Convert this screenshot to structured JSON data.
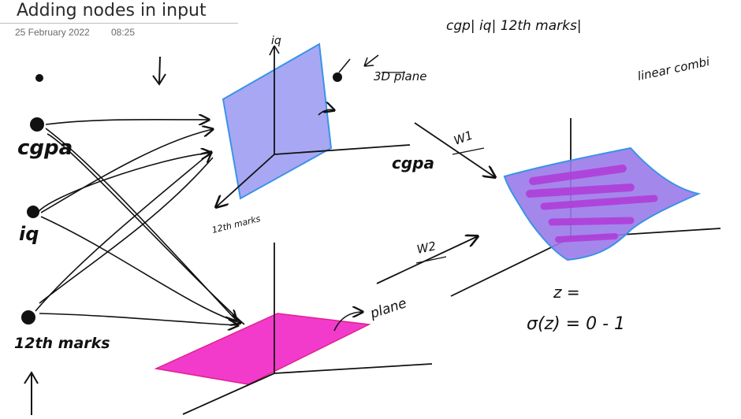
{
  "header": {
    "title": "Adding nodes in input",
    "date": "25 February 2022",
    "time": "08:25"
  },
  "diagram": {
    "inputs": [
      "cgpa",
      "iq",
      "12th marks"
    ],
    "top_plane": {
      "axis_vertical": "iq",
      "axis_horizontal": "cgpa",
      "axis_depth": "12th marks",
      "note": "3D plane"
    },
    "bottom_plane": {
      "note": "plane"
    },
    "weights": [
      "W1",
      "W2"
    ],
    "output": {
      "heading": "cgp| iq| 12th marks|",
      "note": "linear combi",
      "eq1": "z =",
      "eq2": "σ(z) = 0 - 1"
    }
  },
  "colors": {
    "top_plane_fill": "#9f9df2",
    "top_plane_edge": "#3a93e8",
    "bottom_plane_fill": "#f230c8",
    "surface_fill": "#9a7ae8",
    "surface_stripe": "#b03ad8",
    "ink": "#111111"
  }
}
